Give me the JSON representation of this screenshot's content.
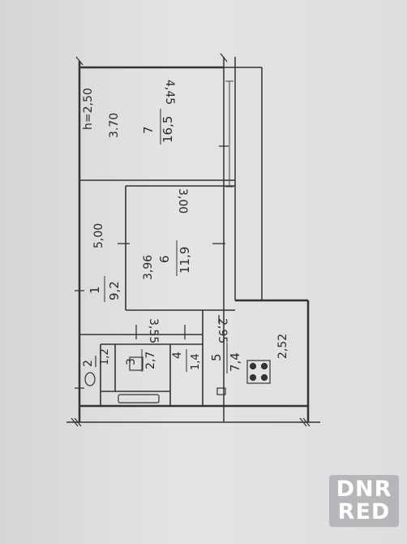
{
  "ceiling_height": "h=2,50",
  "rooms": [
    {
      "id": "7",
      "number": "7",
      "area": "16,5",
      "dim_a": "3.70",
      "dim_b": "4,45"
    },
    {
      "id": "6",
      "number": "6",
      "area": "11,9",
      "dim_a": "3,96",
      "dim_b": "3,00"
    },
    {
      "id": "1",
      "number": "1",
      "area": "9,2",
      "dim_a": "5,00"
    },
    {
      "id": "5",
      "number": "5",
      "area": "7,4",
      "dim_a": "2,52",
      "dim_b": "2,95"
    },
    {
      "id": "2",
      "number": "2",
      "area": "1,2"
    },
    {
      "id": "3",
      "number": "3",
      "area": "2,7"
    },
    {
      "id": "4",
      "number": "4",
      "area": "1,4"
    }
  ],
  "dimension_passage": "3,55",
  "watermark": {
    "line1": "DNR",
    "line2": "RED"
  }
}
